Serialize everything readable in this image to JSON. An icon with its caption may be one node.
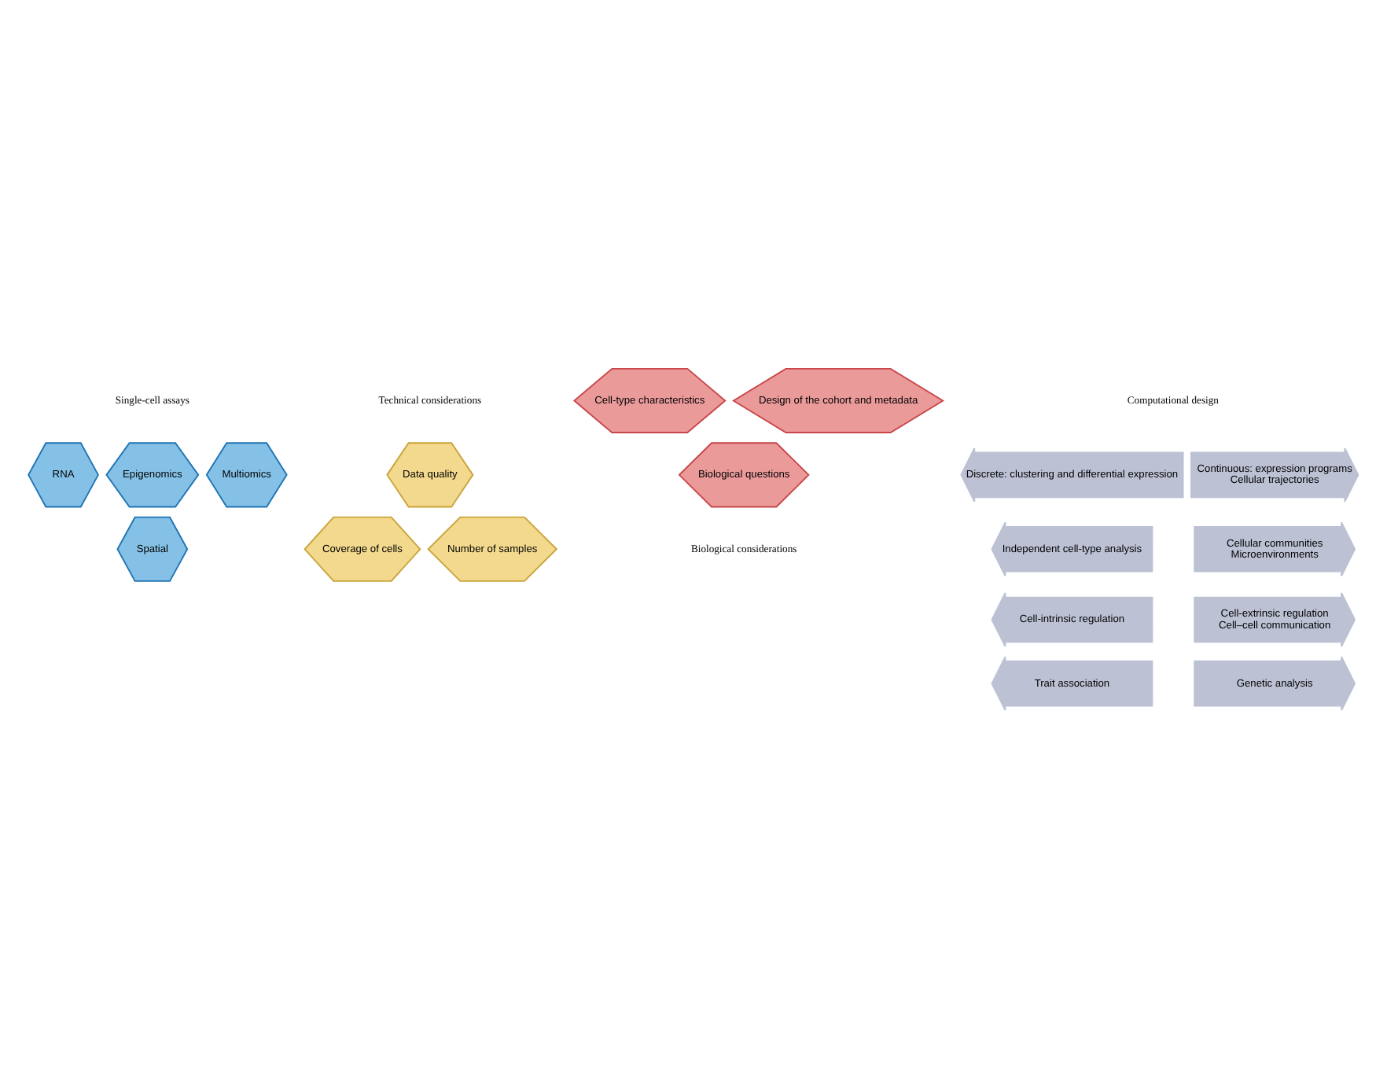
{
  "diagram": {
    "nodes": [
      {
        "text": [
          "RNA"
        ]
      },
      {
        "text": [
          "Epigenomics"
        ]
      },
      {
        "text": [
          "Multiomics"
        ]
      },
      {
        "text": [
          "Spatial"
        ]
      },
      {
        "text": [
          "Data quality"
        ]
      },
      {
        "text": [
          "Coverage of cells"
        ]
      },
      {
        "text": [
          "Number of samples"
        ]
      },
      {
        "text": [
          "Design of the cohort and metadata"
        ]
      },
      {
        "text": [
          "Cell-type characteristics"
        ]
      },
      {
        "text": [
          "Biological questions"
        ]
      },
      {
        "text": [
          "Discrete: clustering and differential expression"
        ]
      },
      {
        "text": [
          "Continuous: expression programs",
          "Cellular trajectories"
        ]
      },
      {
        "text": [
          "Independent cell-type analysis"
        ]
      },
      {
        "text": [
          "Cellular communities",
          "Microenvironments"
        ]
      },
      {
        "text": [
          "Cell-intrinsic regulation"
        ]
      },
      {
        "text": [
          "Cell-extrinsic regulation",
          "Cell–cell communication"
        ]
      },
      {
        "text": [
          "Trait association"
        ]
      },
      {
        "text": [
          "Genetic analysis"
        ]
      }
    ],
    "edges": [],
    "labels": [
      "Single-cell assays",
      "Technical considerations",
      "Computational design",
      "Biological considerations"
    ]
  }
}
